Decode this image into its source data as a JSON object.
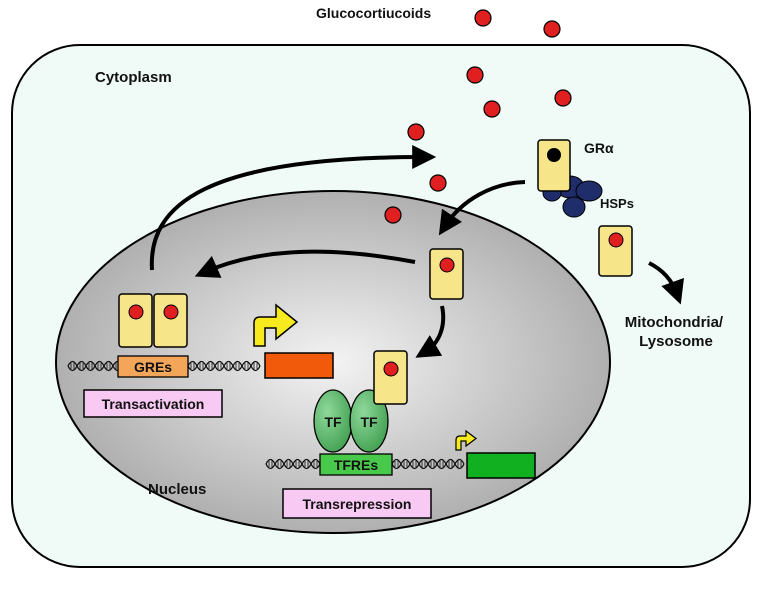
{
  "labels": {
    "ligand": "Glucocortiucoids",
    "cytoplasm": "Cytoplasm",
    "receptor": "GRα",
    "chaperones": "HSPs",
    "organelles_line1": "Mitochondria/",
    "organelles_line2": "Lysosome",
    "nucleus": "Nucleus",
    "gre": "GREs",
    "tfre": "TFREs",
    "tf": "TF",
    "transactivation": "Transactivation",
    "transrepression": "Transrepression"
  },
  "colors": {
    "cell_fill": "#f0fbf8",
    "nucleus_light": "#f3f3f3",
    "nucleus_dark": "#a9a9a9",
    "ligand": "#e02020",
    "receptor_fill": "#f7e58a",
    "hsp": "#1f2d6b",
    "tf": "#3e9e4e",
    "gre_box": "#f3a65a",
    "tfre_box": "#49c94b",
    "gene_active": "#f05a0a",
    "gene_repressed": "#10b020",
    "label_box": "#f8c9f2",
    "arrow_yellow": "#f7ea1e"
  }
}
